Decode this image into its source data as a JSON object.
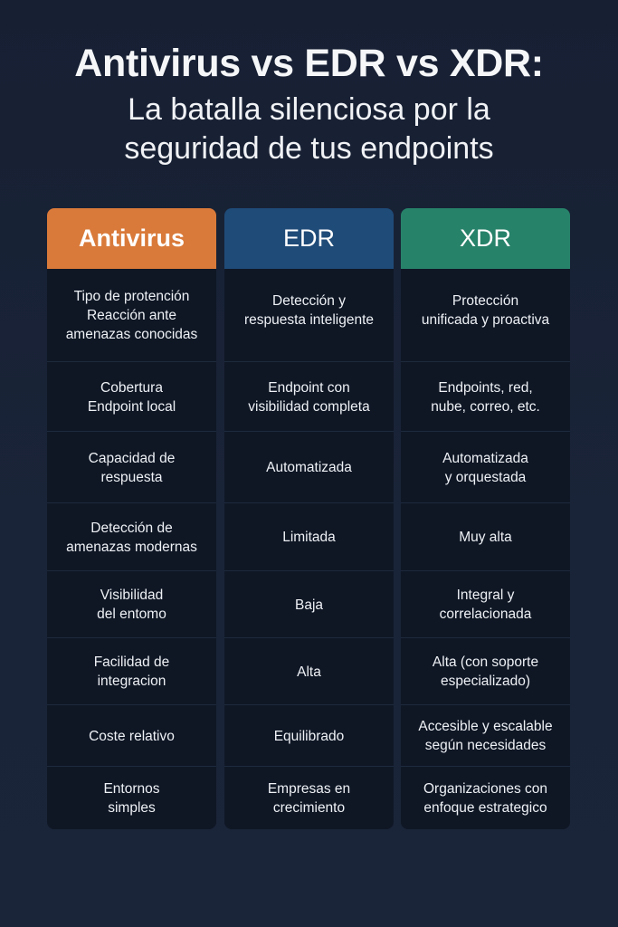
{
  "title": "Antivirus vs EDR vs XDR:",
  "subtitle_line1": "La batalla silenciosa por la",
  "subtitle_line2": "seguridad de tus endpoints",
  "colors": {
    "antivirus": "#d97a3a",
    "edr": "#1f4b78",
    "xdr": "#27826a",
    "cell_bg": "#0f1725",
    "page_bg": "#172033"
  },
  "columns": [
    {
      "label": "Antivirus",
      "cells": [
        "Tipo de protención\nReacción ante\namenazas conocidas",
        "Cobertura\nEndpoint local",
        "Capacidad de\nrespuesta",
        "Detección de\namenazas modernas",
        "Visibilidad\ndel entomo",
        "Facilidad de\nintegracion",
        "Coste relativo",
        "Entornos\nsimples"
      ]
    },
    {
      "label": "EDR",
      "cells": [
        "Detección y\nrespuesta inteligente",
        "Endpoint con\nvisibilidad completa",
        "Automatizada",
        "Limitada",
        "Baja",
        "Alta",
        "Equilibrado",
        "Empresas en\ncrecimiento"
      ]
    },
    {
      "label": "XDR",
      "cells": [
        "Protección\nunificada y proactiva",
        "Endpoints, red,\nnube, correo, etc.",
        "Automatizada\ny orquestada",
        "Muy alta",
        "Integral y\ncorrelacionada",
        "Alta (con soporte\nespecializado)",
        "Accesible y escalable\nsegún necesidades",
        "Organizaciones con\nenfoque estrategico"
      ]
    }
  ]
}
